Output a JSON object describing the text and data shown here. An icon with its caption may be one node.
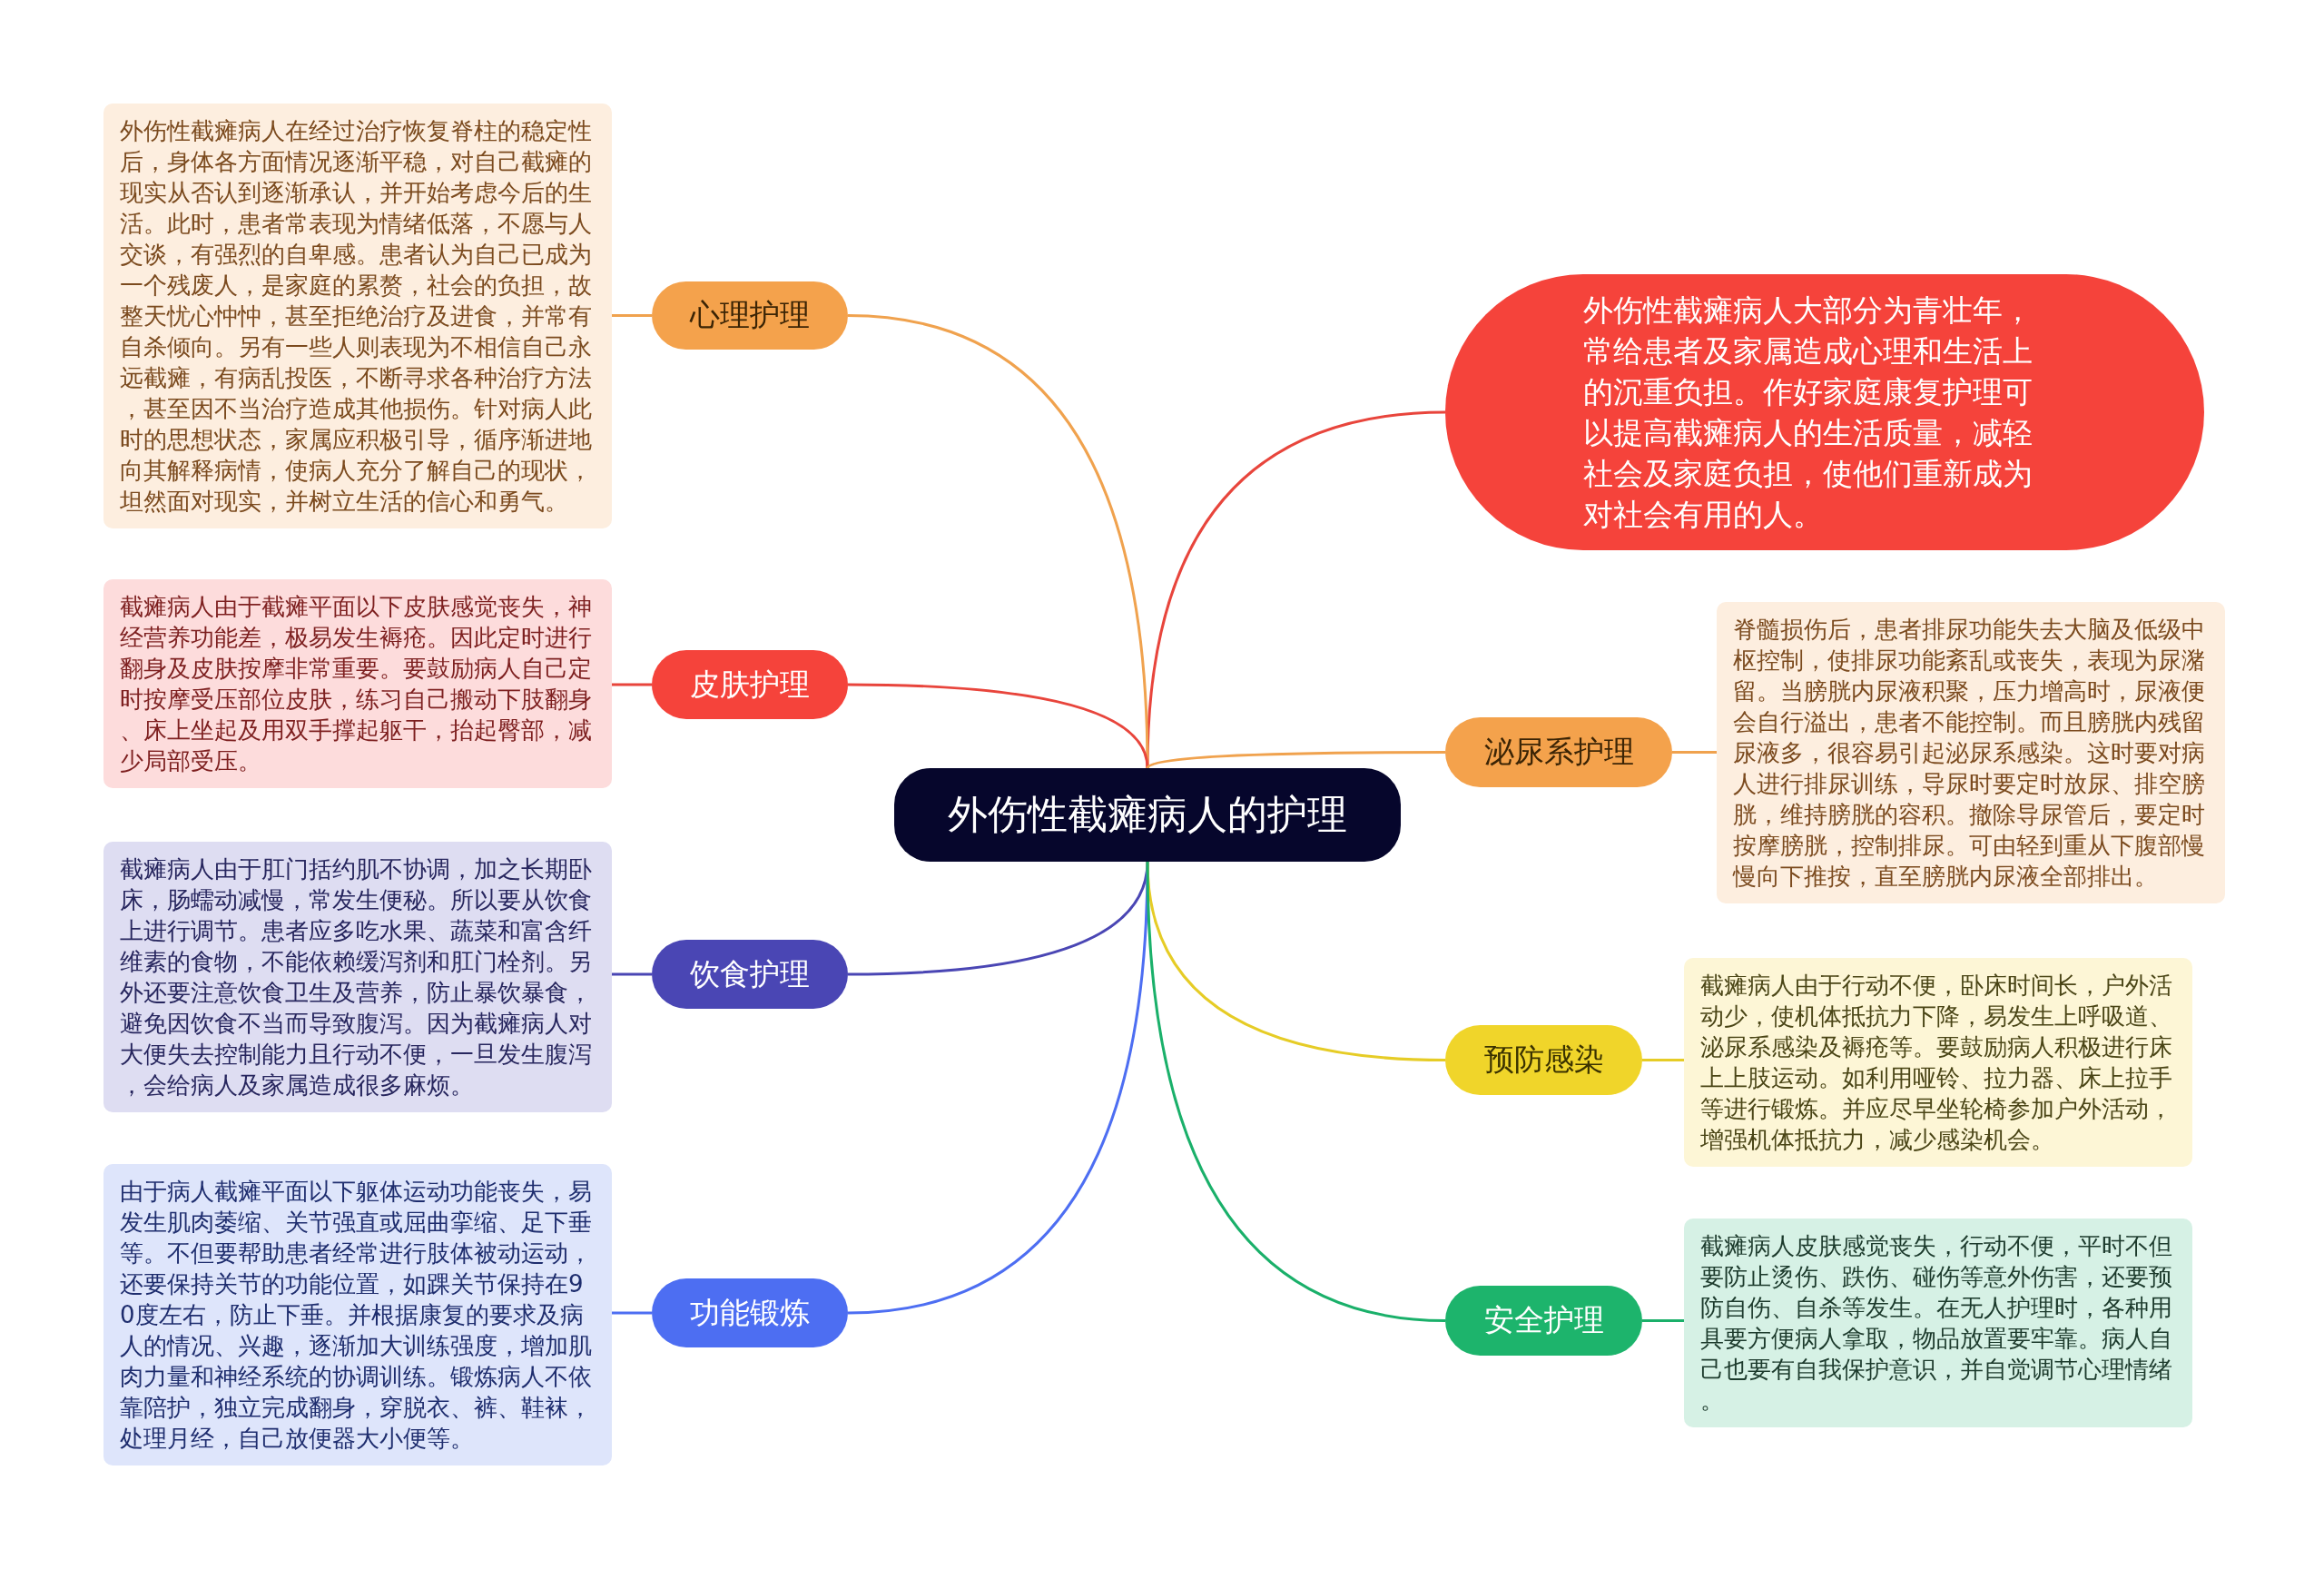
{
  "diagram": {
    "nodes": [
      {
        "text": [
          "外伤性截瘫病人的护理"
        ]
      },
      {
        "text": [
          "外伤性截瘫病人大部分为青壮年，常给患者及家属造成心理和生活上的沉重负担。作好家庭康复护理可以提高截瘫病人的生活质量，减轻社会及家庭负担，使他们重新成为对社会有用的人。"
        ]
      },
      {
        "text": [
          "心理护理"
        ]
      },
      {
        "text": [
          "外伤性截瘫病人在经过治疗恢复脊柱的稳定性后，身体各方面情况逐渐平稳，对自己截瘫的现实从否认到逐渐承认，并开始考虑今后的生活。此时，患者常表现为情绪低落，不愿与人交谈，有强烈的自卑感。患者认为自己已成为一个残废人，是家庭的累赘，社会的负担，故整天忧心忡忡，甚至拒绝治疗及进食，并常有自杀倾向。另有一些人则表现为不相信自己永远截瘫，有病乱投医，不断寻求各种治疗方法，甚至因不当治疗造成其他损伤。针对病人此时的思想状态，家属应积极引导，循序渐进地向其解释病情，使病人充分了解自己的现状，坦然面对现实，并树立生活的信心和勇气。"
        ]
      },
      {
        "text": [
          "皮肤护理"
        ]
      },
      {
        "text": [
          "截瘫病人由于截瘫平面以下皮肤感觉丧失，神经营养功能差，极易发生褥疮。因此定时进行翻身及皮肤按摩非常重要。要鼓励病人自己定时按摩受压部位皮肤，练习自己搬动下肢翻身、床上坐起及用双手撑起躯干，抬起臀部，减少局部受压。"
        ]
      },
      {
        "text": [
          "饮食护理"
        ]
      },
      {
        "text": [
          "截瘫病人由于肛门括约肌不协调，加之长期卧床，肠蠕动减慢，常发生便秘。所以要从饮食上进行调节。患者应多吃水果、蔬菜和富含纤维素的食物，不能依赖缓泻剂和肛门栓剂。另外还要注意饮食卫生及营养，防止暴饮暴食，避免因饮食不当而导致腹泻。因为截瘫病人对大便失去控制能力且行动不便，一旦发生腹泻，会给病人及家属造成很多麻烦。"
        ]
      },
      {
        "text": [
          "功能锻炼"
        ]
      },
      {
        "text": [
          "由于病人截瘫平面以下躯体运动功能丧失，易发生肌肉萎缩、关节强直或屈曲挛缩、足下垂等。不但要帮助患者经常进行肢体被动运动，还要保持关节的功能位置，如踝关节保持在90度左右，防止下垂。并根据康复的要求及病人的情况、兴趣，逐渐加大训练强度，增加肌肉力量和神经系统的协调训练。锻炼病人不依靠陪护，独立完成翻身，穿脱衣、裤、鞋袜，处理月经，自己放便器大小便等。"
        ]
      },
      {
        "text": [
          "泌尿系护理"
        ]
      },
      {
        "text": [
          "脊髓损伤后，患者排尿功能失去大脑及低级中枢控制，使排尿功能紊乱或丧失，表现为尿潴留。当膀胱内尿液积聚，压力增高时，尿液便会自行溢出，患者不能控制。而且膀胱内残留尿液多，很容易引起泌尿系感染。这时要对病人进行排尿训练，导尿时要定时放尿、排空膀胱，维持膀胱的容积。撤除导尿管后，要定时按摩膀胱，控制排尿。可由轻到重从下腹部慢慢向下推按，直至膀胱内尿液全部排出。"
        ]
      },
      {
        "text": [
          "预防感染"
        ]
      },
      {
        "text": [
          "截瘫病人由于行动不便，卧床时间长，户外活动少，使机体抵抗力下降，易发生上呼吸道、泌尿系感染及褥疮等。要鼓励病人积极进行床上上肢运动。如利用哑铃、拉力器、床上拉手等进行锻炼。并应尽早坐轮椅参加户外活动，增强机体抵抗力，减少感染机会。"
        ]
      },
      {
        "text": [
          "安全护理"
        ]
      },
      {
        "text": [
          "截瘫病人皮肤感觉丧失，行动不便，平时不但要防止烫伤、跌伤、碰伤等意外伤害，还要预防自伤、自杀等发生。在无人护理时，各种用具要方便病人拿取，物品放置要牢靠。病人自己也要有自我保护意识，并自觉调节心理情绪。"
        ]
      }
    ],
    "edges": [
      {
        "from": 0,
        "to": 1,
        "arrow": "none",
        "color": "#e8453c"
      },
      {
        "from": 0,
        "to": 2,
        "arrow": "none",
        "color": "#f0a24e"
      },
      {
        "from": 2,
        "to": 3,
        "arrow": "none",
        "color": "#f0a24e"
      },
      {
        "from": 0,
        "to": 4,
        "arrow": "none",
        "color": "#e8453c"
      },
      {
        "from": 4,
        "to": 5,
        "arrow": "none",
        "color": "#e8453c"
      },
      {
        "from": 0,
        "to": 6,
        "arrow": "none",
        "color": "#4a46b4"
      },
      {
        "from": 6,
        "to": 7,
        "arrow": "none",
        "color": "#4a46b4"
      },
      {
        "from": 0,
        "to": 8,
        "arrow": "none",
        "color": "#4d6ef2"
      },
      {
        "from": 8,
        "to": 9,
        "arrow": "none",
        "color": "#4d6ef2"
      },
      {
        "from": 0,
        "to": 10,
        "arrow": "none",
        "color": "#f0a24e"
      },
      {
        "from": 10,
        "to": 11,
        "arrow": "none",
        "color": "#f0a24e"
      },
      {
        "from": 0,
        "to": 12,
        "arrow": "none",
        "color": "#e6cc26"
      },
      {
        "from": 12,
        "to": 13,
        "arrow": "none",
        "color": "#e6cc26"
      },
      {
        "from": 0,
        "to": 14,
        "arrow": "none",
        "color": "#1ab06a"
      },
      {
        "from": 14,
        "to": 15,
        "arrow": "none",
        "color": "#1ab06a"
      }
    ]
  }
}
